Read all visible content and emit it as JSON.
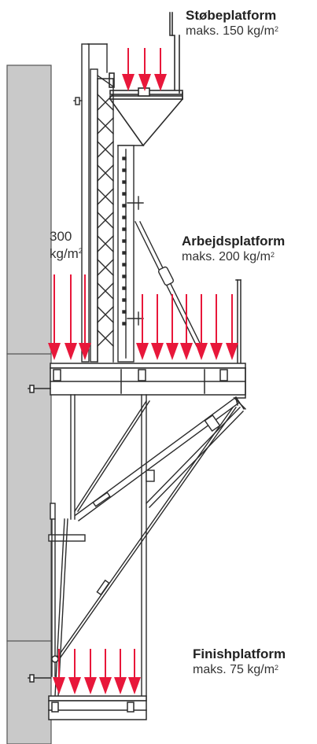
{
  "colors": {
    "arrow": "#e8173a",
    "wall": "#c9c9c9",
    "steel": "#2b2b2b"
  },
  "platforms": [
    {
      "title": "Støbeplatform",
      "load_text": "maks. 150 kg/m",
      "load_sup": "2"
    },
    {
      "title": "Arbejdsplatform",
      "load_text": "maks. 200 kg/m",
      "load_sup": "2"
    },
    {
      "title": "Finishplatform",
      "load_text": "maks. 75 kg/m",
      "load_sup": "2"
    }
  ],
  "side_load": {
    "value": "300",
    "unit": "kg/m",
    "unit_sup": "2"
  }
}
